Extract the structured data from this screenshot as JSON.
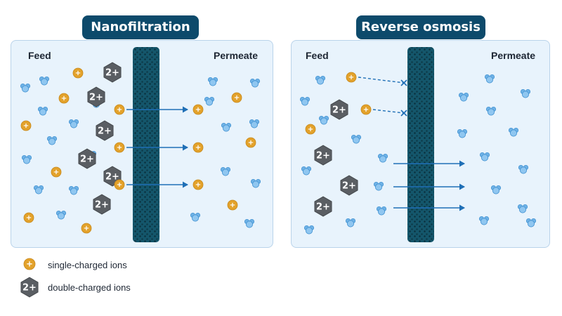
{
  "panels": [
    {
      "title": "Nanofiltration",
      "feed_label": "Feed",
      "permeate_label": "Permeate"
    },
    {
      "title": "Reverse osmosis",
      "feed_label": "Feed",
      "permeate_label": "Permeate"
    }
  ],
  "ion_labels": {
    "single": "+",
    "double": "2+"
  },
  "legend": {
    "single_label": "single-charged ions",
    "double_label": "double-charged ions"
  },
  "colors": {
    "title_bg": "#0d4a6b",
    "panel_bg": "#e8f3fc",
    "membrane": "#14566b",
    "single_ion": "#e3a22b",
    "double_ion": "#5a5e63",
    "water": "#6fb2e6",
    "arrow": "#1f6fb6"
  }
}
